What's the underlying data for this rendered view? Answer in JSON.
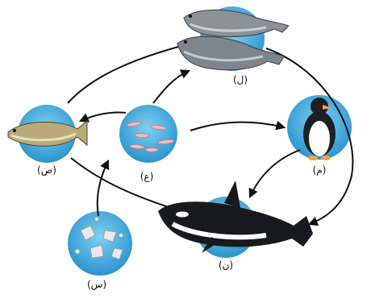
{
  "diagram": {
    "labels": {
      "seals": "(ل)",
      "fish": "(ص)",
      "krill": "(ع)",
      "penguin": "(م)",
      "orca": "(ن)",
      "plankton": "(س)"
    },
    "colors": {
      "circle": "#35a6dc",
      "arrow": "#111111"
    }
  }
}
